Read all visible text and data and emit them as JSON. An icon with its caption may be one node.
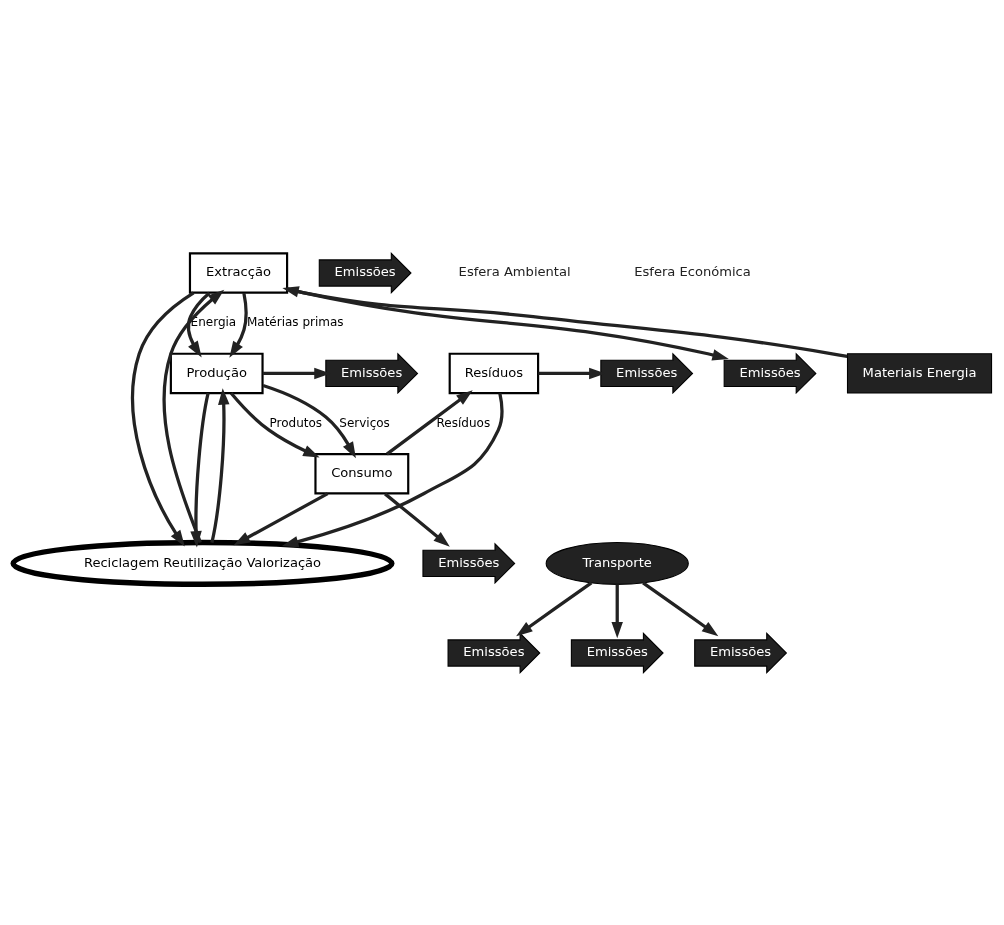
{
  "diagram": {
    "nodes": [
      {
        "text": [
          "Extracção"
        ]
      },
      {
        "text": [
          "Produção"
        ]
      },
      {
        "text": [
          "Consumo"
        ]
      },
      {
        "text": [
          "Resíduos"
        ]
      },
      {
        "text": [
          "Reciclagem Reutilização Valorização"
        ]
      },
      {
        "text": [
          "Materiais Energia"
        ]
      },
      {
        "text": [
          "Transporte"
        ]
      },
      {
        "text": [
          "Emissões"
        ]
      },
      {
        "text": [
          "Emissões"
        ]
      },
      {
        "text": [
          "Emissões"
        ]
      },
      {
        "text": [
          "Emissões"
        ]
      },
      {
        "text": [
          "Emissões"
        ]
      },
      {
        "text": [
          "Emissões"
        ]
      },
      {
        "text": [
          "Emissões"
        ]
      },
      {
        "text": [
          "Emissões"
        ]
      }
    ],
    "edges": [
      {
        "from": 5,
        "to": 0,
        "arrow": "to"
      },
      {
        "from": 0,
        "to": 1,
        "arrow": "to",
        "label": "Matérias primas"
      },
      {
        "from": 0,
        "to": 1,
        "arrow": "to",
        "label": "Energia"
      },
      {
        "from": 1,
        "to": 2,
        "arrow": "to",
        "label": "Produtos"
      },
      {
        "from": 1,
        "to": 2,
        "arrow": "to",
        "label": "Serviços"
      },
      {
        "from": 2,
        "to": 3,
        "arrow": "to",
        "label": "Resíduos"
      },
      {
        "from": 3,
        "to": 4,
        "arrow": "to"
      },
      {
        "from": 4,
        "to": 0,
        "arrow": "to"
      },
      {
        "from": 0,
        "to": 4,
        "arrow": "to"
      },
      {
        "from": 4,
        "to": 1,
        "arrow": "to"
      },
      {
        "from": 1,
        "to": 4,
        "arrow": "to"
      },
      {
        "from": 2,
        "to": 4,
        "arrow": "to"
      },
      {
        "from": 0,
        "to": 7,
        "arrow": "to"
      },
      {
        "from": 6,
        "to": 8,
        "arrow": "to"
      },
      {
        "from": 3,
        "to": 9,
        "arrow": "to"
      },
      {
        "from": 1,
        "to": 10,
        "arrow": "to"
      },
      {
        "from": 6,
        "to": 11,
        "arrow": "to"
      },
      {
        "from": 2,
        "to": 12,
        "arrow": "to"
      },
      {
        "from": 6,
        "to": 13,
        "arrow": "to"
      }
    ],
    "labels": [
      "Esfera Ambiental",
      "Esfera Económica"
    ]
  }
}
